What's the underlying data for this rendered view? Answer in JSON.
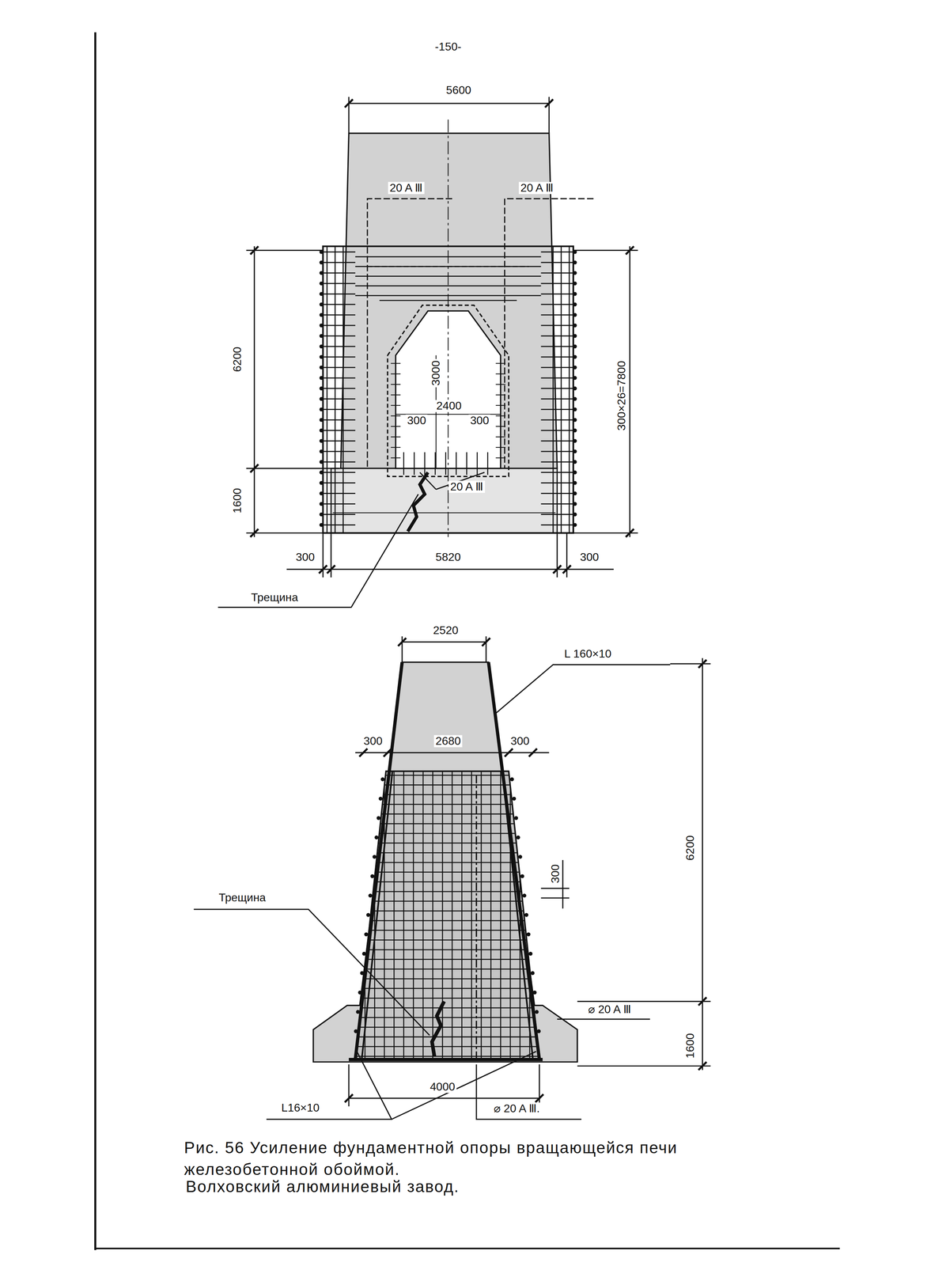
{
  "diagram": {
    "caption": "Рис. 56 Усиление фундаментной опоры вращающейся печи железобетонной обоймой.",
    "labels": [
      "-150-",
      "5600",
      "20 A Ⅲ",
      "20 A Ⅲ",
      "6200",
      "300×26=7800",
      "3000",
      "2400",
      "300",
      "300",
      "20 A Ⅲ",
      "1600",
      "300",
      "5820",
      "300",
      "Трещина",
      "2520",
      "L 160×10",
      "300",
      "2680",
      "300",
      "300",
      "6200",
      "Трещина",
      "⌀ 20 A Ⅲ",
      "1600",
      "4000",
      "L16×10",
      "⌀ 20 A Ⅲ.",
      "Волховский алюминиевый завод."
    ]
  }
}
